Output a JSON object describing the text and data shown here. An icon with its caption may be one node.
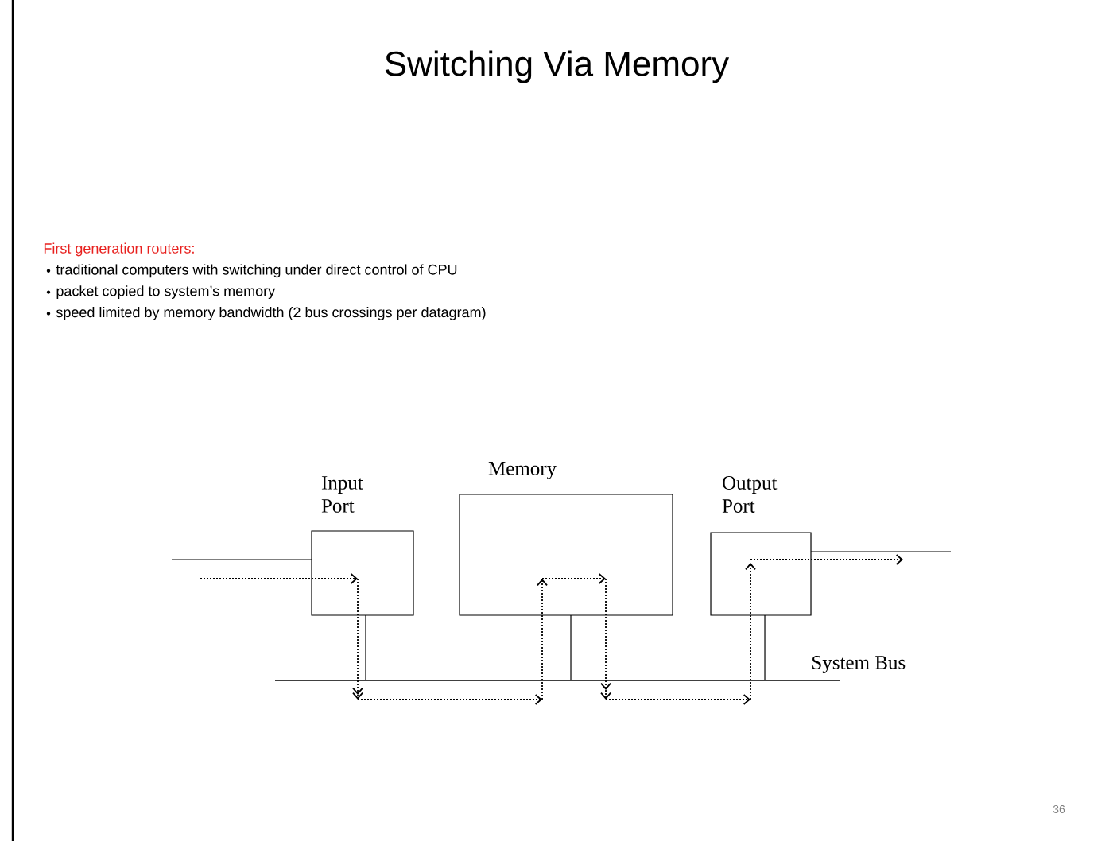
{
  "diagram": {
    "title": "Switching Via Memory",
    "nodes": [
      {
        "text": [
          "Input Port"
        ]
      },
      {
        "text": [
          "Memory"
        ]
      },
      {
        "text": [
          "Output Port"
        ]
      },
      {
        "text": [],
        "shape": "bar",
        "beside": [
          "System Bus"
        ]
      }
    ],
    "edges": [
      {
        "from": null,
        "to": 0,
        "arrow": "none"
      },
      {
        "from": 2,
        "to": null,
        "arrow": "none"
      },
      {
        "from": 0,
        "to": 3,
        "arrow": "none"
      },
      {
        "from": 1,
        "to": 3,
        "arrow": "none"
      },
      {
        "from": 2,
        "to": 3,
        "arrow": "none"
      },
      {
        "from": null,
        "to": 0,
        "arrow": "to",
        "style": "dashed"
      },
      {
        "from": 0,
        "to": 1,
        "arrow": "to",
        "style": "dashed"
      },
      {
        "from": 1,
        "to": 2,
        "arrow": "to",
        "style": "dashed"
      },
      {
        "from": 2,
        "to": null,
        "arrow": "to",
        "style": "dashed"
      }
    ],
    "labels": [
      "First generation routers:",
      "traditional computers with switching under direct control of CPU",
      "packet copied to system’s memory",
      "speed limited by memory bandwidth (2 bus crossings per datagram)",
      "36"
    ]
  }
}
